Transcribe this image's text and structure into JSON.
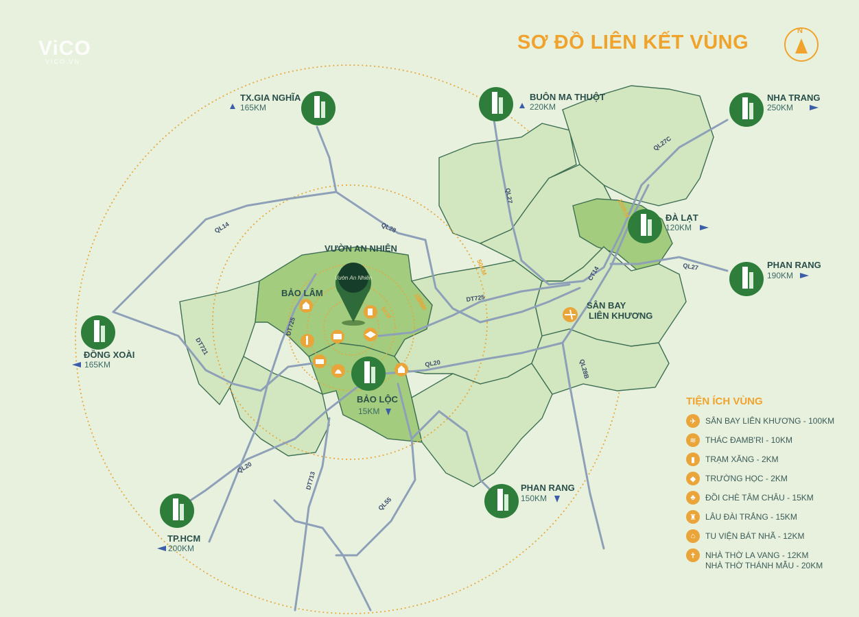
{
  "title": "SƠ ĐỒ LIÊN KẾT VÙNG",
  "logo": {
    "text": "ViCO",
    "sub": "VICO.VN"
  },
  "compass": {
    "letter": "N"
  },
  "project": {
    "name": "VƯỜN AN NHIÊN",
    "pin_text": "Vườn An Nhiên"
  },
  "cities": [
    {
      "name": "TX.GIA NGHĨA",
      "distance": "165KM"
    },
    {
      "name": "BUÔN MA THUỘT",
      "distance": "220KM"
    },
    {
      "name": "NHA TRANG",
      "distance": "250KM"
    },
    {
      "name": "ĐÀ LẠT",
      "distance": "120KM"
    },
    {
      "name": "PHAN RANG",
      "distance": "190KM"
    },
    {
      "name": "ĐỒNG XOÀI",
      "distance": "165KM"
    },
    {
      "name": "BẢO LỘC",
      "distance": "15KM"
    },
    {
      "name": "PHAN RANG",
      "distance": "150KM"
    },
    {
      "name": "TP.HCM",
      "distance": "200KM"
    }
  ],
  "places": {
    "bao_lam": "BẢO LÂM",
    "airport": [
      "SÂN BAY",
      "LIÊN KHƯƠNG"
    ]
  },
  "roads": [
    "QL14",
    "QL28",
    "QL27",
    "QL27C",
    "DT725",
    "DT725",
    "DT721",
    "QL20",
    "QL20",
    "DT713",
    "QL55",
    "QL28B",
    "CT14",
    "QL27"
  ],
  "rings": [
    "5KM",
    "10KM",
    "15KM",
    "50KM",
    "100KM"
  ],
  "legend": {
    "title": "TIỆN ÍCH VÙNG",
    "items": [
      {
        "icon": "airplane-icon",
        "text": "SÂN BAY LIÊN KHƯƠNG - 100KM"
      },
      {
        "icon": "waterfall-icon",
        "text": "THÁC ĐAMB'RI - 10KM"
      },
      {
        "icon": "fuel-icon",
        "text": "TRẠM XĂNG - 2KM"
      },
      {
        "icon": "school-icon",
        "text": "TRƯỜNG HỌC - 2KM"
      },
      {
        "icon": "tea-hill-icon",
        "text": "ĐỒI CHÈ TÂM CHÂU - 15KM"
      },
      {
        "icon": "castle-icon",
        "text": "LÂU ĐÀI TRẮNG - 15KM"
      },
      {
        "icon": "monastery-icon",
        "text": "TU VIỆN BÁT NHÃ - 12KM"
      },
      {
        "icon": "church-icon",
        "text": "NHÀ THỜ LA VANG - 12KM",
        "text2": "NHÀ THỜ THÁNH MẪU - 20KM"
      }
    ]
  },
  "colors": {
    "background": "#e8f1de",
    "accent": "#f0a32c",
    "region_light": "#d2e6c0",
    "region_dark": "#a3cc7e",
    "city_icon": "#2e7d3a",
    "road": "#8ea0b8"
  }
}
